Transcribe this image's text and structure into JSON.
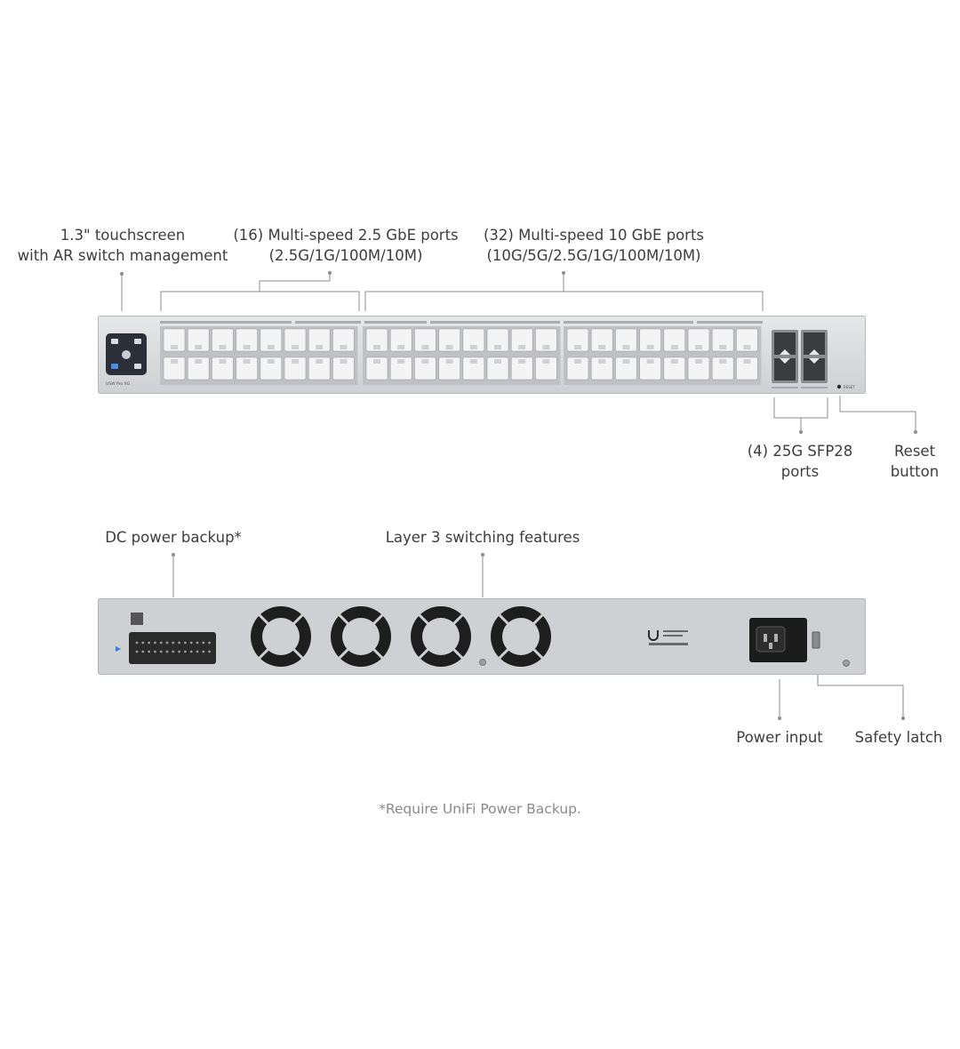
{
  "front": {
    "touchscreen": {
      "line1": "1.3\" touchscreen",
      "line2": "with AR switch management"
    },
    "ports_25": {
      "line1": "(16) Multi-speed 2.5 GbE ports",
      "line2": "(2.5G/1G/100M/10M)"
    },
    "ports_10": {
      "line1": "(32) Multi-speed 10 GbE ports",
      "line2": "(10G/5G/2.5G/1G/100M/10M)"
    },
    "sfp": {
      "line1": "(4) 25G SFP28",
      "line2": "ports"
    },
    "reset": {
      "line1": "Reset",
      "line2": "button"
    },
    "model_label": "USW Pro XG",
    "reset_text": "RESET"
  },
  "rear": {
    "dc_power": "DC power backup*",
    "layer3": "Layer 3 switching features",
    "power_input": "Power input",
    "safety_latch": "Safety latch"
  },
  "footnote": "*Require UniFi Power Backup.",
  "colors": {
    "chassis": "#d9dadc",
    "chassis_edge": "#b9babd",
    "port_face": "#f4f4f4",
    "port_bg": "#bfc1c4",
    "fan": "#1e1e1e",
    "screen": "#2b2f3a",
    "accent_blue": "#2f7de1"
  },
  "icons": [
    "ubiquiti-logo-icon",
    "fan-icon",
    "ce-mark-icon"
  ]
}
